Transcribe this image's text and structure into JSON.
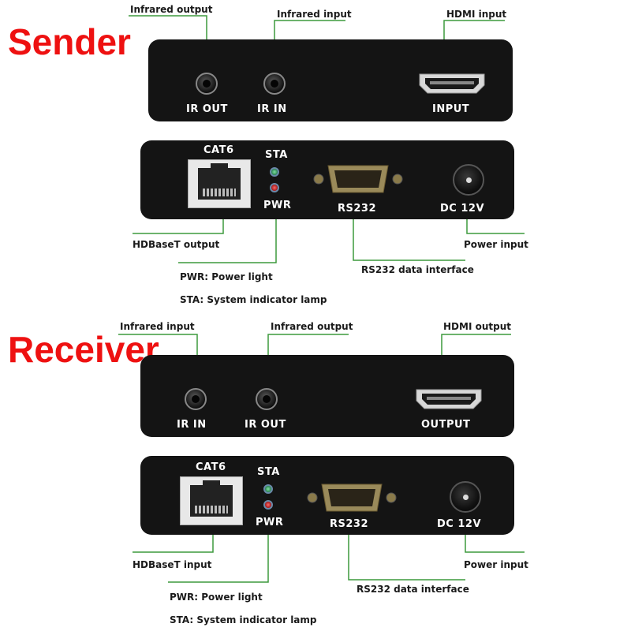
{
  "sender": {
    "title": "Sender",
    "front": {
      "ir_out_label": "IR OUT",
      "ir_in_label": "IR IN",
      "hdmi_label": "INPUT"
    },
    "back": {
      "cat6_label": "CAT6",
      "sta_label": "STA",
      "pwr_label": "PWR",
      "rs232_label": "RS232",
      "dc_label": "DC 12V"
    },
    "callouts": {
      "infrared_output": "Infrared output",
      "infrared_input": "Infrared input",
      "hdmi": "HDMI input",
      "hdbaset": "HDBaseT output",
      "pwr_note": "PWR: Power light",
      "sta_note": "STA: System indicator lamp",
      "rs232": "RS232 data interface",
      "power": "Power input"
    }
  },
  "receiver": {
    "title": "Receiver",
    "front": {
      "ir_in_label": "IR IN",
      "ir_out_label": "IR OUT",
      "hdmi_label": "OUTPUT"
    },
    "back": {
      "cat6_label": "CAT6",
      "sta_label": "STA",
      "pwr_label": "PWR",
      "rs232_label": "RS232",
      "dc_label": "DC 12V"
    },
    "callouts": {
      "infrared_input": "Infrared input",
      "infrared_output": "Infrared output",
      "hdmi": "HDMI output",
      "hdbaset": "HDBaseT input",
      "pwr_note": "PWR: Power light",
      "sta_note": "STA: System indicator lamp",
      "rs232": "RS232 data interface",
      "power": "Power input"
    }
  },
  "colors": {
    "title": "#ee1111",
    "panel": "#141414",
    "leader_line": "#3d9a3d",
    "sta_led": "#2a8050",
    "pwr_led": "#a01818"
  }
}
